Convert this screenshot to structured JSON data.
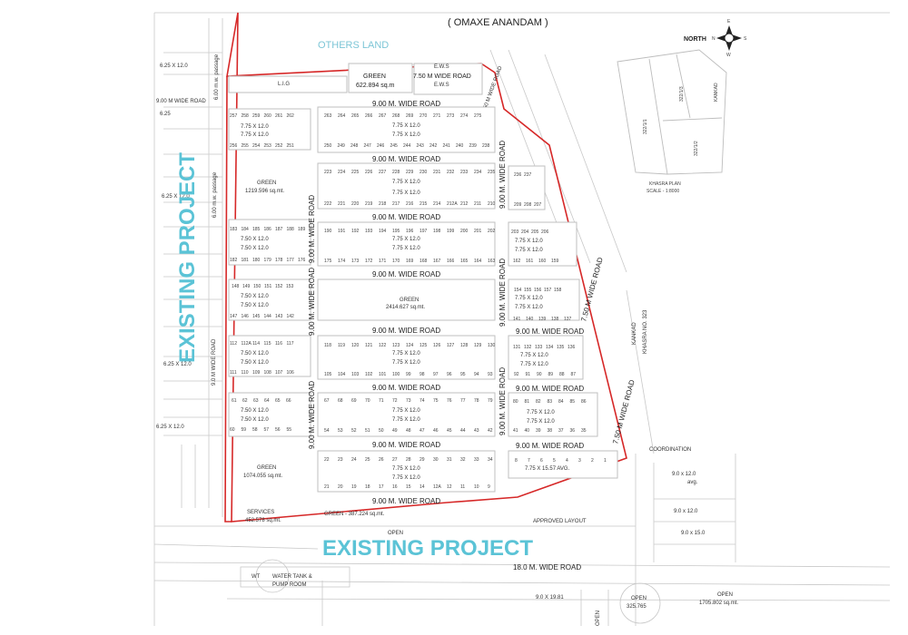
{
  "header": {
    "title": "( OMAXE ANANDAM )",
    "others_land": "OTHERS LAND",
    "north": "NORTH",
    "compass": {
      "e": "E",
      "w": "W",
      "s": "S",
      "n": "N"
    }
  },
  "watermarks": {
    "left": "EXISTING PROJECT",
    "bottom": "EXISTING PROJECT"
  },
  "top_strip": {
    "ews1": "E.W.S",
    "road_750": "7.50 M WIDE ROAD",
    "ews2": "E.W.S",
    "lig": "L.I.G",
    "green": "GREEN",
    "green_area": "622.894 sq.m"
  },
  "passages": {
    "upper": "6.00 m.w. passage",
    "lower": "6.00 m.w. passage"
  },
  "roads": {
    "r9": "9.00 M. WIDE ROAD",
    "r9_alt": "9.00 M WIDE ROAD",
    "r9_vert": "9.00 M. WIDE ROAD",
    "r9_left": "9.0 M WIDE ROAD",
    "r750_top": "7.50 M WIDE ROAD",
    "r750_right1": "7.50 M WIDE ROAD",
    "r750_right2": "7.50 M WIDE ROAD",
    "r18": "18.0 M. WIDE ROAD",
    "wide_left": "9.0 M. WIDE ROAD"
  },
  "greens": {
    "g1": "GREEN",
    "g1_area": "1219.596 sq.mt.",
    "g2": "GREEN",
    "g2_area": "2414.627 sq.mt.",
    "g3": "GREEN",
    "g3_area": "1074.055 sq.mt.",
    "g4": "GREEN - 387.224 sq.mt."
  },
  "services": {
    "label": "SERVICES",
    "area": "452.578 sq.mt."
  },
  "sizes": {
    "s775": "7.75 X 12.0",
    "s750": "7.50 X 12.0",
    "s625": "6.25 X 12.0",
    "s625b": "6.25",
    "s625c": "6.25 X 12.0",
    "s775avg": "7.75 X 15.57 AVG."
  },
  "plots": {
    "r257": [
      "257",
      "258",
      "259",
      "260",
      "261",
      "262"
    ],
    "r256": [
      "256",
      "255",
      "254",
      "253",
      "252",
      "251"
    ],
    "r263": [
      "263",
      "264",
      "265",
      "266",
      "267",
      "268",
      "269",
      "270",
      "271",
      "273",
      "274",
      "275"
    ],
    "r250": [
      "250",
      "249",
      "248",
      "247",
      "246",
      "245",
      "244",
      "243",
      "242",
      "241",
      "240",
      "239",
      "238"
    ],
    "r223": [
      "223",
      "224",
      "225",
      "226",
      "227",
      "228",
      "229",
      "230",
      "231",
      "232",
      "233",
      "234",
      "235"
    ],
    "r222": [
      "222",
      "221",
      "220",
      "219",
      "218",
      "217",
      "216",
      "215",
      "214",
      "212A",
      "212",
      "211",
      "210"
    ],
    "r236": [
      "236",
      "237"
    ],
    "r209": [
      "209",
      "208",
      "207"
    ],
    "r183": [
      "183",
      "184",
      "185",
      "186",
      "187",
      "188",
      "189"
    ],
    "r182": [
      "182",
      "181",
      "180",
      "179",
      "178",
      "177",
      "176"
    ],
    "r190": [
      "190",
      "191",
      "192",
      "193",
      "194",
      "195",
      "196",
      "197",
      "198",
      "199",
      "200",
      "201",
      "202"
    ],
    "r175": [
      "175",
      "174",
      "173",
      "172",
      "171",
      "170",
      "169",
      "168",
      "167",
      "166",
      "165",
      "164",
      "163"
    ],
    "r203": [
      "203",
      "204",
      "205",
      "206"
    ],
    "r162": [
      "162",
      "161",
      "160",
      "159"
    ],
    "r148": [
      "148",
      "149",
      "150",
      "151",
      "152",
      "153"
    ],
    "r147": [
      "147",
      "146",
      "145",
      "144",
      "143",
      "142"
    ],
    "r154": [
      "154",
      "155",
      "156",
      "157",
      "158"
    ],
    "r141": [
      "141",
      "140",
      "139",
      "138",
      "137"
    ],
    "r112": [
      "112",
      "112A",
      "114",
      "115",
      "116",
      "117"
    ],
    "r111": [
      "111",
      "110",
      "109",
      "108",
      "107",
      "106"
    ],
    "r118": [
      "118",
      "119",
      "120",
      "121",
      "122",
      "123",
      "124",
      "125",
      "126",
      "127",
      "128",
      "129",
      "130"
    ],
    "r105": [
      "105",
      "104",
      "103",
      "102",
      "101",
      "100",
      "99",
      "98",
      "97",
      "96",
      "95",
      "94",
      "93"
    ],
    "r131": [
      "131",
      "132",
      "133",
      "134",
      "135",
      "136"
    ],
    "r92": [
      "92",
      "91",
      "90",
      "89",
      "88",
      "87"
    ],
    "r61": [
      "61",
      "62",
      "63",
      "64",
      "65",
      "66"
    ],
    "r60": [
      "60",
      "59",
      "58",
      "57",
      "56",
      "55"
    ],
    "r67": [
      "67",
      "68",
      "69",
      "70",
      "71",
      "72",
      "73",
      "74",
      "75",
      "76",
      "77",
      "78",
      "79"
    ],
    "r54": [
      "54",
      "53",
      "52",
      "51",
      "50",
      "49",
      "48",
      "47",
      "46",
      "45",
      "44",
      "43",
      "42"
    ],
    "r80": [
      "80",
      "81",
      "82",
      "83",
      "84",
      "85",
      "86"
    ],
    "r41": [
      "41",
      "40",
      "39",
      "38",
      "37",
      "36",
      "35"
    ],
    "r22": [
      "22",
      "23",
      "24",
      "25",
      "26",
      "27",
      "28",
      "29",
      "30",
      "31",
      "32",
      "33",
      "34"
    ],
    "r21": [
      "21",
      "20",
      "19",
      "18",
      "17",
      "16",
      "15",
      "14",
      "12A",
      "12",
      "11",
      "10",
      "9"
    ],
    "r8": [
      "8",
      "7",
      "6",
      "5",
      "4",
      "3",
      "2",
      "1"
    ]
  },
  "right_side": {
    "kankad": "KANKAD",
    "khasra": "KHASRA NO. 323",
    "coordination": "COORDINATION",
    "approved": "APPROVED LAYOUT",
    "open": "OPEN",
    "s9_12avg": "9.0 x 12.0",
    "avg": "avg.",
    "s9_12": "9.0 x 12.0",
    "s9_15": "9.0 x 15.0",
    "s9_1981": "9.0 X 19.81",
    "open2": "OPEN",
    "open2_area": "325.765",
    "open3": "OPEN",
    "open3_area": "1705.802 sq.mt.",
    "open_vert": "OPEN"
  },
  "khasra_plan": {
    "title": "KHASRA PLAN",
    "scale": "SCALE - 1:8000",
    "p1": "322/1/1",
    "p2": "322/1/3",
    "p3": "322/1/2",
    "kankad": "KANKAD"
  },
  "bottom": {
    "wt": "WT",
    "water_tank": "WATER TANK &",
    "pump_room": "PUMP ROOM"
  }
}
